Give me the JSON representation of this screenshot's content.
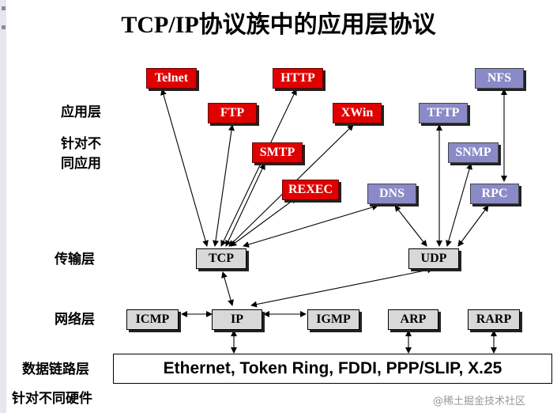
{
  "title": "TCP/IP协议族中的应用层协议",
  "layers": {
    "app_line1": "应用层",
    "app_line2": "针对不",
    "app_line3": "同应用",
    "transport": "传输层",
    "network": "网络层",
    "datalink": "数据链路层",
    "hardware": "针对不同硬件"
  },
  "protocols": {
    "telnet": "Telnet",
    "http": "HTTP",
    "nfs": "NFS",
    "ftp": "FTP",
    "xwin": "XWin",
    "tftp": "TFTP",
    "smtp": "SMTP",
    "snmp": "SNMP",
    "rexec": "REXEC",
    "dns": "DNS",
    "rpc": "RPC",
    "tcp": "TCP",
    "udp": "UDP",
    "icmp": "ICMP",
    "ip": "IP",
    "igmp": "IGMP",
    "arp": "ARP",
    "rarp": "RARP"
  },
  "datalink_protocols": "Ethernet, Token Ring, FDDI, PPP/SLIP, X.25",
  "watermark": "@稀土掘金技术社区",
  "colors": {
    "app_tcp": "#e00000",
    "app_udp": "#8a8ac8",
    "core": "#d8d8d8"
  }
}
